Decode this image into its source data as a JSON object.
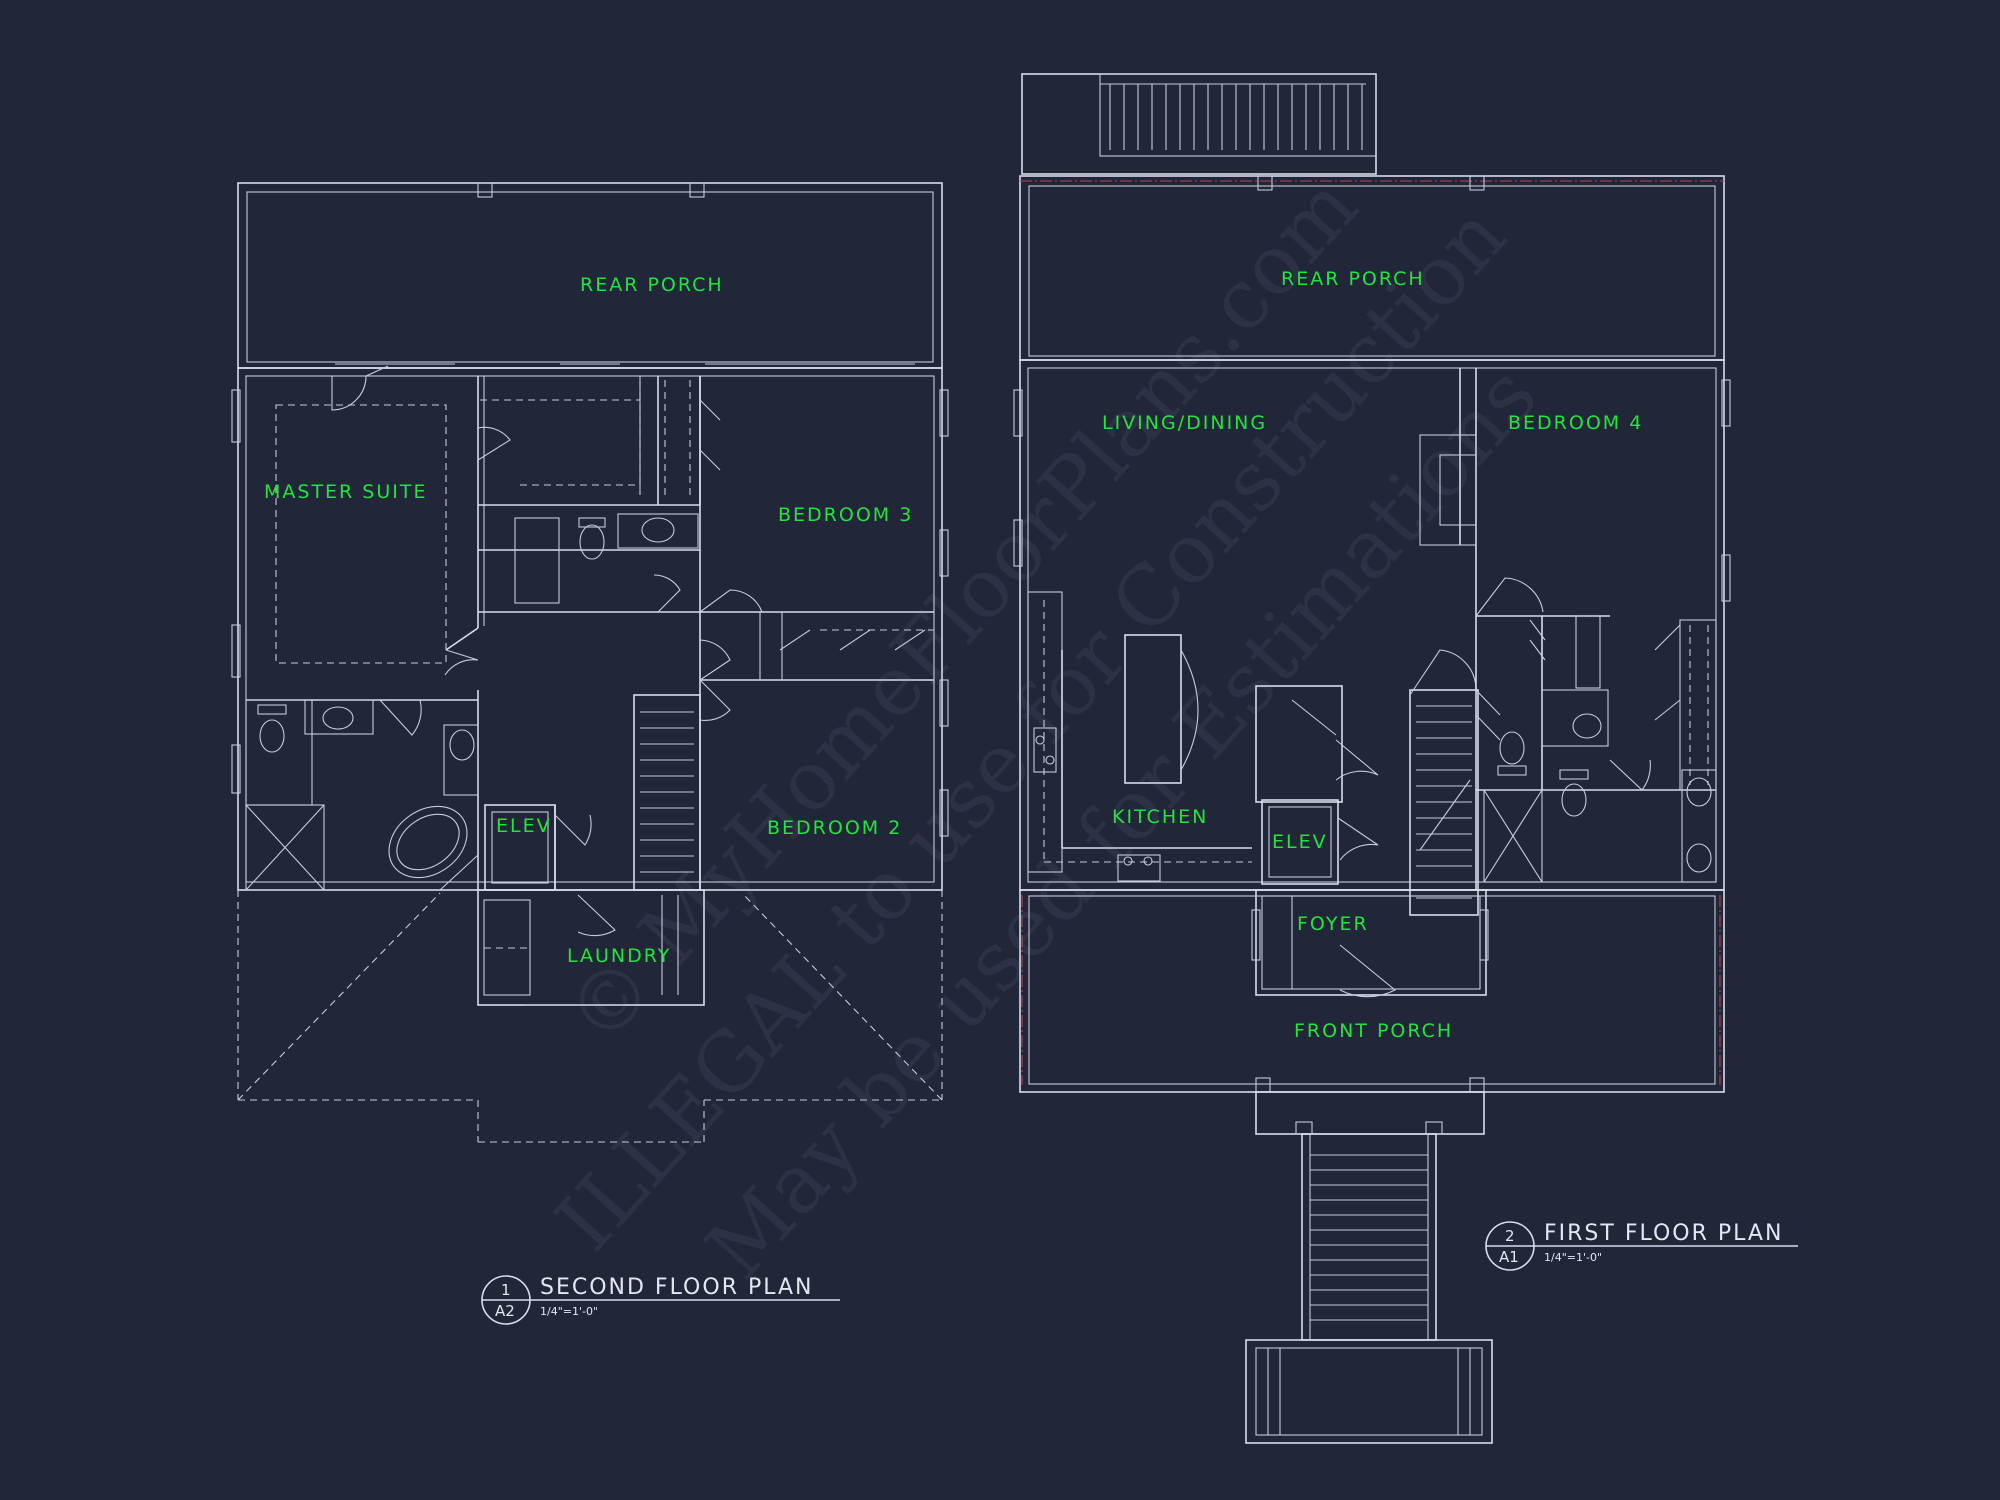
{
  "second_floor": {
    "rooms": {
      "rear_porch": "REAR PORCH",
      "master_suite": "MASTER SUITE",
      "bedroom_3": "BEDROOM 3",
      "bedroom_2": "BEDROOM 2",
      "elev": "ELEV",
      "laundry": "LAUNDRY"
    },
    "title": {
      "number": "1",
      "sheet": "A2",
      "name": "SECOND FLOOR PLAN",
      "scale": "1/4\"=1'-0\""
    }
  },
  "first_floor": {
    "rooms": {
      "rear_porch": "REAR PORCH",
      "living_dining": "LIVING/DINING",
      "bedroom_4": "BEDROOM 4",
      "kitchen": "KITCHEN",
      "elev": "ELEV",
      "foyer": "FOYER",
      "front_porch": "FRONT PORCH"
    },
    "title": {
      "number": "2",
      "sheet": "A1",
      "name": "FIRST FLOOR PLAN",
      "scale": "1/4\"=1'-0\""
    }
  },
  "watermark": {
    "line1": "© MyHomeFloorPlans.com",
    "line2": "ILLEGAL to use for Construction",
    "line3": "May be used for Estimations"
  },
  "colors": {
    "background": "#222639",
    "linework": "#d9dcea",
    "room_labels": "#21e53c",
    "property_line": "#b8424e"
  }
}
